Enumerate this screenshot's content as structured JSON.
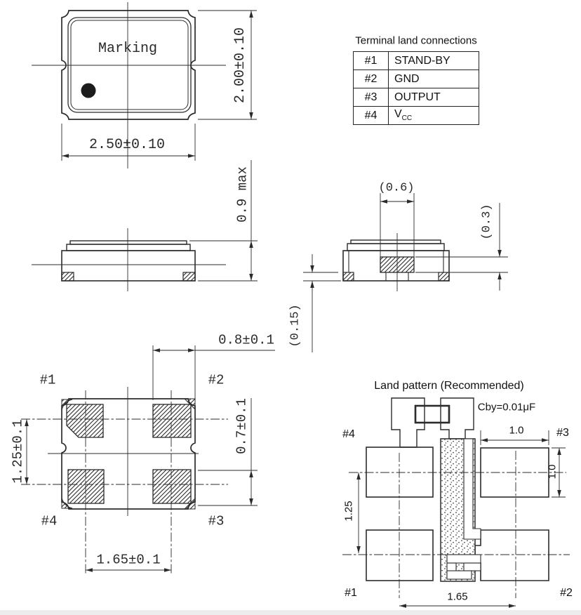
{
  "views": {
    "top": {
      "marking": "Marking",
      "width_dim": "2.50±0.10",
      "height_dim": "2.00±0.10"
    },
    "side": {
      "height_dim": "0.9 max"
    },
    "end": {
      "lid_dim": "(0.6)",
      "pad_dim": "(0.3)",
      "standoff_dim": "(0.15)"
    },
    "bottom": {
      "pin1": "#1",
      "pin2": "#2",
      "pin3": "#3",
      "pin4": "#4",
      "pad_width_dim": "0.8±0.1",
      "pad_height_dim": "0.7±0.1",
      "row_pitch_dim": "1.25±0.1",
      "col_pitch_dim": "1.65±0.1"
    }
  },
  "terminal_table": {
    "title": "Terminal land connections",
    "rows": [
      [
        "#1",
        "STAND-BY"
      ],
      [
        "#2",
        "GND"
      ],
      [
        "#3",
        "OUTPUT"
      ],
      [
        "#4",
        "V"
      ]
    ],
    "vcc_sub": "CC"
  },
  "land_pattern": {
    "title": "Land pattern (Recommended)",
    "cap_label": "Cby=0.01μF",
    "pin1": "#1",
    "pin2": "#2",
    "pin3": "#3",
    "pin4": "#4",
    "pad_width_dim": "1.0",
    "pad_height_dim": "1.0",
    "row_pitch_dim": "1.25",
    "col_pitch_dim": "1.65"
  },
  "colors": {
    "line": "#2b2b2b",
    "background": "#ffffff"
  }
}
